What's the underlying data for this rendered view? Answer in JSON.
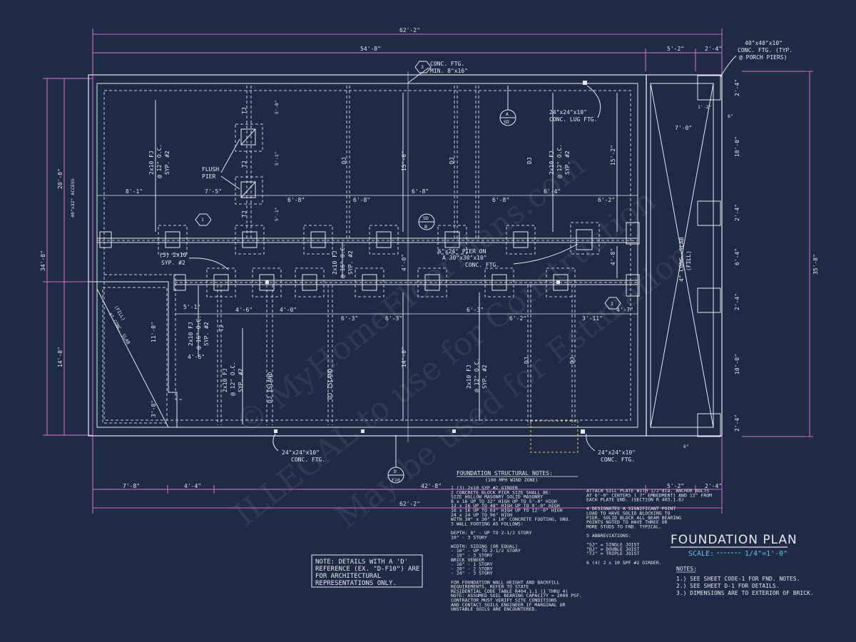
{
  "plan": {
    "title": "FOUNDATION PLAN",
    "scale_label": "SCALE:",
    "scale_value": "1/4\"=1'-0\"",
    "dims": {
      "overall_top": "62'-2\"",
      "overall_bottom": "62'-2\"",
      "top_main": "54'-8\"",
      "top_porch": "5'-2\"",
      "top_pier": "2'-4\"",
      "bot_a": "7'-8\"",
      "bot_b": "4'-4\"",
      "bot_c": "42'-8\"",
      "bot_porch": "5'-2\"",
      "bot_pier": "2'-4\"",
      "left_total": "34'-8\"",
      "left_upper": "20'-0\"",
      "left_lower": "14'-8\"",
      "right_total": "35'-8\"",
      "right_a": "2'-4\"",
      "right_b": "10'-0\"",
      "right_c": "6'-4\"",
      "right_d": "10'-0\"",
      "right_e": "2'-4\"",
      "right_f": "2'-4\"",
      "access": "40\"x32\" ACCESS"
    },
    "callouts": {
      "conc_ftg_min": "CONC. FTG.",
      "conc_ftg_min2": "MIN. 8\"x16\"",
      "lug_ftg": "24\"x24\"x10\"",
      "lug_ftg2": "CONC. LUG FTG.",
      "porch_ftg": "40\"x40\"x10\"",
      "porch_ftg2": "CONC. FTG. (TYP.",
      "porch_ftg3": "@ PORCH PIERS)",
      "flush_pier": "FLUSH",
      "flush_pier2": "PIER",
      "girder": "(3) 2x10",
      "girder2": "SYP. #2",
      "pier_on": "6\"x24\" PIER ON",
      "pier_on2": "A 30\"x30\"x10\"",
      "pier_on3": "CONC. FTG.",
      "ftg_bl": "24\"x24\"x10\"",
      "ftg_bl2": "CONC. FTG.",
      "ftg_br": "24\"x24\"x10\"",
      "ftg_br2": "CONC. FTG.",
      "conc_slab_r": "4\" CONC. SLAB",
      "conc_slab_r2": "(FILL)",
      "conc_slab_l": "4\" CONC. SLAB",
      "conc_slab_l2": "(FILL)"
    },
    "joists": {
      "fj_a": "2x10 FJ",
      "fj_a2": "@ 12\" O.C.",
      "fj_a3": "SYP. #2",
      "fj_b": "2x10 FJ",
      "fj_b2": "@ 16\" O.C.",
      "fj_b3": "SYP. #2",
      "dj": "DJ",
      "tj": "TJ",
      "dj_island": "DJ ISLAND"
    },
    "inner_dims": [
      "8'-1\"",
      "7'-5\"",
      "6'-8\"",
      "6'-8\"",
      "6'-8\"",
      "6'-4\"",
      "6'-2\"",
      "4'-6\"",
      "4'-0\"",
      "6'-3\"",
      "6'-3\"",
      "6'-3\"",
      "6'-2\"",
      "3'-11\"",
      "4'-7\"",
      "5'-1\"",
      "4'-6\"",
      "15'-0\"",
      "14'-0\"",
      "15'-2\"",
      "4'-8\"",
      "5'-8\"",
      "5'-1\"",
      "4'-0\"",
      "3'-8\"",
      "11'-0\"",
      "1'-2\"",
      "7'-0\"",
      "6\""
    ],
    "tags": {
      "sd_a": "A",
      "sd_a2": "SD",
      "sd_b": "SD",
      "sd_b2": "B",
      "d_f": "D",
      "d_f2": "F10",
      "n1": "1",
      "n3": "3"
    }
  },
  "reference_note": [
    "NOTE: DETAILS WITH A 'D'",
    "REFERENCE (EX. \"D-F10\") ARE",
    "FOR ARCHITECTURAL",
    "REPRESENTATIONS ONLY."
  ],
  "notes": {
    "heading": "NOTES:",
    "items": [
      "1.) SEE SHEET CODE-1 FOR FND. NOTES.",
      "2.) SEE SHEET D-1 FOR DETAILS.",
      "3.) DIMENSIONS ARE TO EXTERIOR OF BRICK."
    ]
  },
  "structural_notes": {
    "heading": "FOUNDATION STRUCTURAL NOTES:",
    "subheading": "(100 MPH WIND ZONE)",
    "col1": [
      "1  (3) 2x10 SYP #2 GIRDER",
      "2  CONCRETE BLOCK PIER SIZE SHALL BE:",
      "   SIZE    HOLLOW MASONRY   SOLID MASONRY",
      "   8 x 16   UP TO 32\" HIGH   UP TO 5'-0\" HIGH",
      "   12 x 16  UP TO 48\" HIGH   UP TO 9'-0\" HIGH",
      "   16 x 16  UP TO 64\" HIGH   UP TO 12'-0\" HIGH",
      "   24 x 24  UP TO 96\" HIGH",
      "   WITH 30\" x 30\" x 10\" CONCRETE FOOTING, UNO.",
      "3  WALL FOOTING AS FOLLOWS:",
      "",
      "   DEPTH:  8\" - UP TO 2-1/2 STORY",
      "           10\" - 3 STORY",
      "",
      "   WIDTH:  SIDING (OR EQUAL)",
      "             - 16\" - UP TO 2-1/2 STORY",
      "             - 18\" - 3 STORY",
      "           BRICK VENEER",
      "             - 16\" - 1 STORY",
      "             - 20\" - 2 STORY",
      "             - 24\" - 3 STORY",
      "",
      "   FOR FOUNDATION WALL HEIGHT AND BACKFILL",
      "   REQUIREMENTS, REFER TO STATE",
      "   RESIDENTIAL CODE TABLE R404.1.1 (1 THRU 4)",
      "   NOTE: ASSUMED SOIL BEARING CAPACITY = 2000 PSF.",
      "   CONTRACTOR MUST VERIFY SITE CONDITIONS",
      "   AND CONTACT SOILS ENGINEER IF MARGINAL OR",
      "   UNSTABLE SOILS ARE ENCOUNTERED."
    ],
    "col2": [
      "ATTACH SILL PLATE WITH 1/2\"dia. ANCHOR BOLTS",
      "AT 6'-0\" CENTERS ( 7\" EMBEDMENT) AND 12\" FROM",
      "EACH PLATE END. (SECTION R 403.1.6)",
      "",
      "4  DESIGNATES A SIGNIFICANT POINT",
      "   LOAD TO HAVE SOLID BLOCKING TO",
      "   PIER. SOLID BLOCK ALL BEAM BEARING",
      "   POINTS NOTED TO HAVE THREE OR",
      "   MORE STUDS TO FND. TYPICAL.",
      "",
      "5  ABBREVIATIONS:",
      "",
      "   \"SJ\" = SINGLE JOIST",
      "   \"DJ\" = DOUBLE JOIST",
      "   \"TJ\" = TRIPLE JOIST",
      "",
      "6  (4) 2 x 10 SPF #2 GIRDER."
    ]
  },
  "watermark": [
    "© MyHomeFloorPlans.com",
    "ILLEGAL to use for Construction",
    "May be used for Estimation"
  ]
}
